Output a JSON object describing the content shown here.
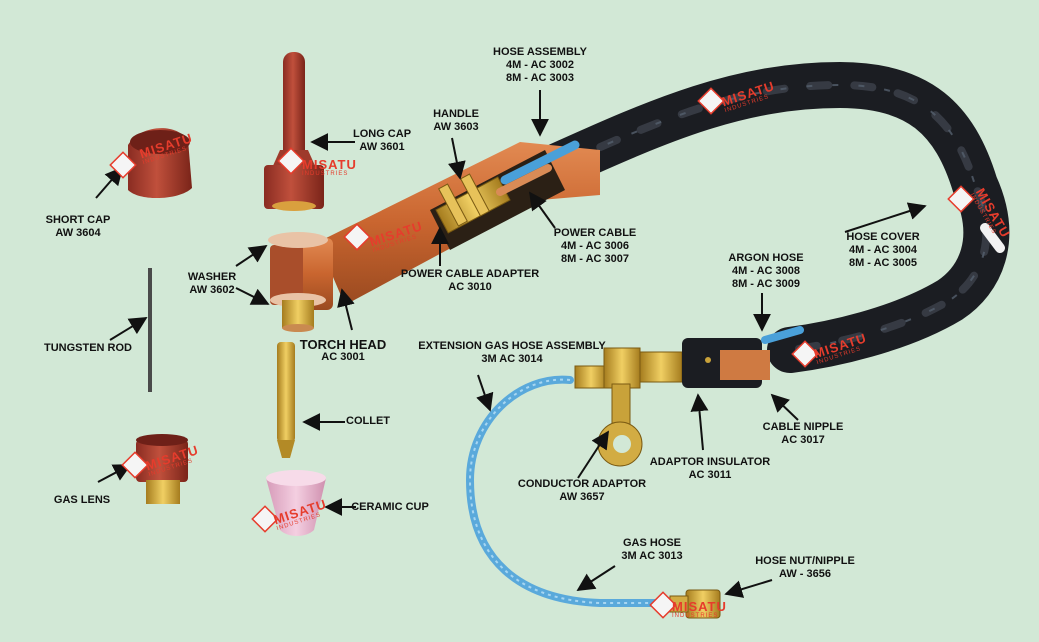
{
  "palette": {
    "background": "#d2e8d6",
    "copper": "#cf6e3a",
    "cap_red": "#a63a2e",
    "hose_black": "#1b1d22",
    "gas_hose_blue": "#5aa9db",
    "brass": "#c9a23a",
    "ceramic_pink": "#e9b5cf",
    "watermark_red": "#e63c2c"
  },
  "watermark": {
    "brand": "MISATU",
    "sub": "INDUSTRIES"
  },
  "labels": {
    "hose_assembly": {
      "title": "HOSE ASSEMBLY",
      "line1": "4M - AC 3002",
      "line2": "8M - AC 3003"
    },
    "handle": {
      "title": "HANDLE",
      "code": "AW 3603"
    },
    "long_cap": {
      "title": "LONG CAP",
      "code": "AW 3601"
    },
    "short_cap": {
      "title": "SHORT CAP",
      "code": "AW 3604"
    },
    "washer": {
      "title": "WASHER",
      "code": "AW 3602"
    },
    "power_cable_adapter": {
      "title": "POWER CABLE ADAPTER",
      "code": "AC 3010"
    },
    "power_cable": {
      "title": "POWER CABLE",
      "line1": "4M - AC 3006",
      "line2": "8M - AC 3007"
    },
    "hose_cover": {
      "title": "HOSE COVER",
      "line1": "4M - AC 3004",
      "line2": "8M - AC 3005"
    },
    "argon_hose": {
      "title": "ARGON HOSE",
      "line1": "4M - AC 3008",
      "line2": "8M - AC 3009"
    },
    "tungsten_rod": {
      "title": "TUNGSTEN ROD"
    },
    "torch_head": {
      "title": "TORCH HEAD",
      "code": "AC 3001"
    },
    "extension_gas_hose": {
      "title": "EXTENSION GAS HOSE ASSEMBLY",
      "code": "3M AC 3014"
    },
    "collet": {
      "title": "COLLET"
    },
    "cable_nipple": {
      "title": "CABLE NIPPLE",
      "code": "AC 3017"
    },
    "adaptor_insulator": {
      "title": "ADAPTOR INSULATOR",
      "code": "AC 3011"
    },
    "conductor_adaptor": {
      "title": "CONDUCTOR ADAPTOR",
      "code": "AW 3657"
    },
    "gas_lens": {
      "title": "GAS LENS"
    },
    "ceramic_cup": {
      "title": "CERAMIC CUP"
    },
    "gas_hose": {
      "title": "GAS HOSE",
      "code": "3M AC 3013"
    },
    "hose_nut_nipple": {
      "title": "HOSE NUT/NIPPLE",
      "code": "AW - 3656"
    }
  }
}
